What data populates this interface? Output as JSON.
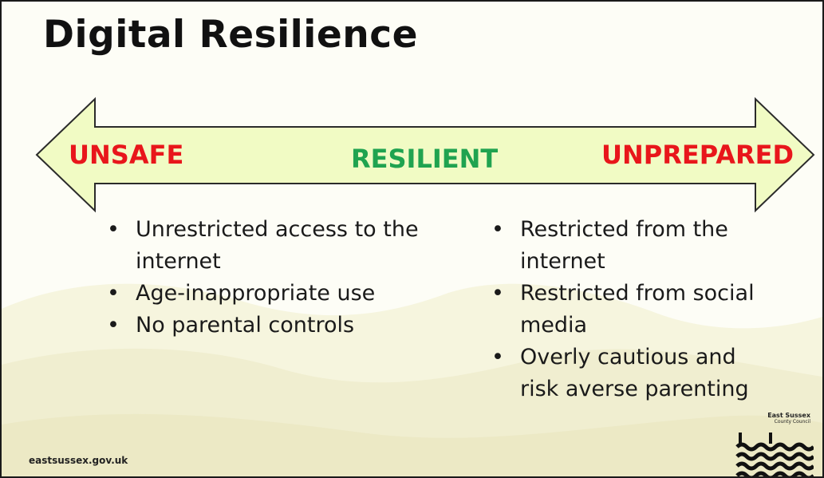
{
  "slide": {
    "title": "Digital Resilience",
    "scale": {
      "left_label": "UNSAFE",
      "middle_label": "RESILIENT",
      "right_label": "UNPREPARED",
      "left_color": "#e8161b",
      "middle_color": "#20a350",
      "right_color": "#e8161b",
      "arrow_fill": "#f1fbc4"
    },
    "unsafe_points": [
      "Unrestricted access to the internet",
      "Age-inappropriate use",
      "No parental controls"
    ],
    "unprepared_points": [
      "Restricted from the internet",
      "Restricted from social media",
      "Overly cautious and risk averse parenting"
    ],
    "footer_url": "eastsussex.gov.uk",
    "logo": {
      "name": "East Sussex",
      "subname": "County Council",
      "icon": "waves-logo-icon"
    }
  }
}
